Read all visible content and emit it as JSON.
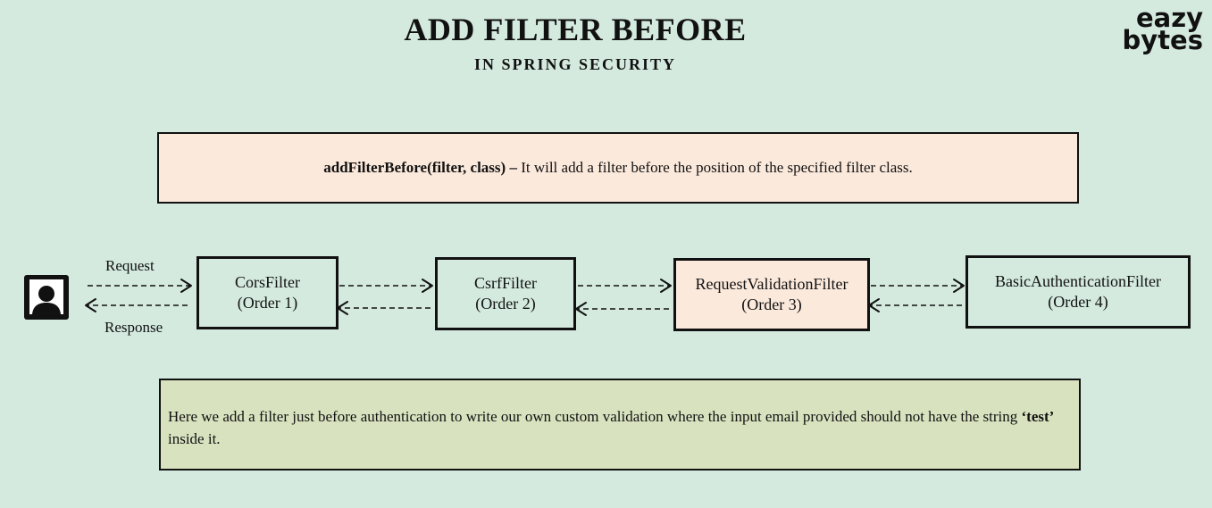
{
  "header": {
    "title": "ADD FILTER BEFORE",
    "subtitle": "IN SPRING SECURITY"
  },
  "logo": {
    "line1": "eazy",
    "line2": "bytes"
  },
  "definition": {
    "method": "addFilterBefore(filter, class) –",
    "text": " It will add a filter before the position of  the specified filter class."
  },
  "flow": {
    "request_label": "Request",
    "response_label": "Response",
    "user_icon": "user-icon",
    "filters": [
      {
        "name": "CorsFilter",
        "order": "(Order 1)"
      },
      {
        "name": "CsrfFilter",
        "order": "(Order 2)"
      },
      {
        "name": "RequestValidationFilter",
        "order": "(Order 3)"
      },
      {
        "name": "BasicAuthenticationFilter",
        "order": "(Order 4)"
      }
    ],
    "highlight_color": "#fbe9dc"
  },
  "note": {
    "text_before": " Here we add a filter just before authentication to write our own custom validation where the input email provided should not have the string ",
    "emphasis": "‘test’",
    "text_after": " inside it."
  }
}
